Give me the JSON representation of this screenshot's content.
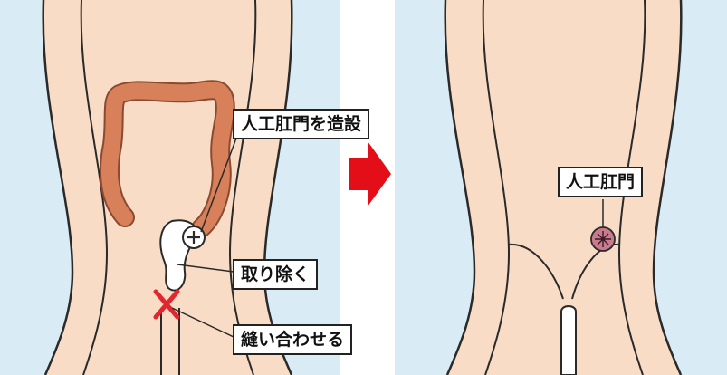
{
  "colors": {
    "skin": "#f8dcc6",
    "side_blue": "#d9ecf6",
    "outline": "#2a2a2a",
    "colon": "#d7805a",
    "colon_dark": "#8a4a32",
    "cut_mark": "#e0262f",
    "arrow": "#e30e17",
    "stoma": "#c97b8e"
  },
  "before_panel": {
    "labels": {
      "create_stoma": "人工肛門を造設",
      "remove": "取り除く",
      "suture": "縫い合わせる"
    },
    "plus_mark": "+",
    "cut_mark_symbol": "x-mark"
  },
  "transition": {
    "icon": "right-arrow-icon"
  },
  "after_panel": {
    "labels": {
      "stoma": "人工肛門"
    }
  }
}
